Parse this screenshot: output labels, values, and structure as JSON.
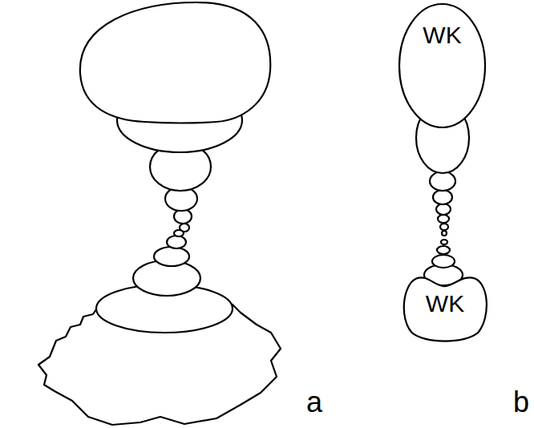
{
  "diagram": {
    "nodes": [
      {
        "text": [
          "WK"
        ]
      },
      {
        "text": [
          "WK"
        ]
      }
    ],
    "labels": [
      "a",
      "b"
    ]
  }
}
